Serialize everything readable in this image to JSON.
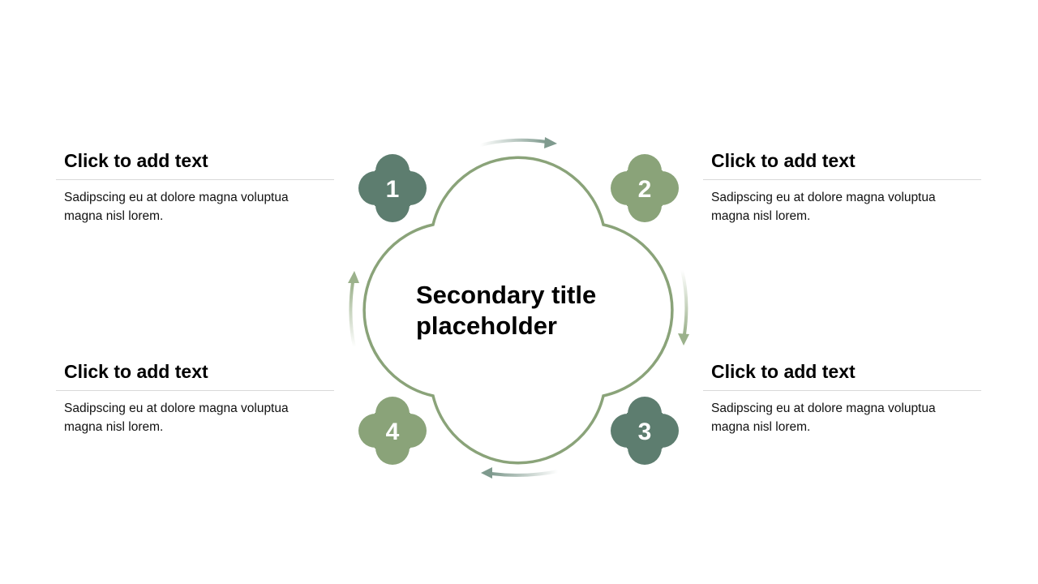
{
  "center": {
    "title": "Secondary title placeholder"
  },
  "steps": [
    {
      "number": "1",
      "heading": "Click to add text",
      "body": "Sadipscing eu at dolore magna voluptua magna nisl lorem.",
      "color": "#5d7d6f"
    },
    {
      "number": "2",
      "heading": "Click to add text",
      "body": "Sadipscing eu at dolore magna voluptua magna nisl lorem.",
      "color": "#8aa379"
    },
    {
      "number": "3",
      "heading": "Click to add text",
      "body": "Sadipscing eu at dolore magna voluptua magna nisl lorem.",
      "color": "#5d7d6f"
    },
    {
      "number": "4",
      "heading": "Click to add text",
      "body": "Sadipscing eu at dolore magna voluptua magna nisl lorem.",
      "color": "#8aa379"
    }
  ],
  "colors": {
    "outline": "#8aa379",
    "dark_green": "#5d7d6f",
    "light_green": "#8aa379",
    "arrow": "#7f9a8e"
  },
  "icons": [
    "quatrefoil-badge",
    "curved-arrow"
  ]
}
